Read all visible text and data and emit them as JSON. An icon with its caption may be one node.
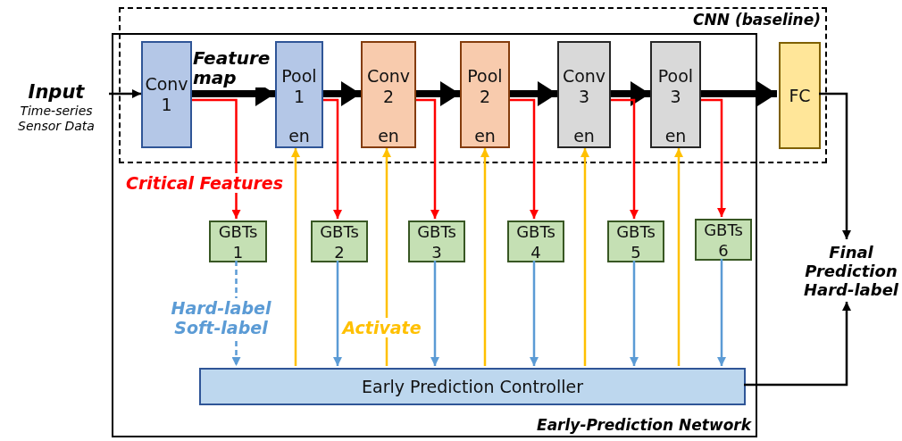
{
  "diagram": {
    "nodes": [
      {
        "text": [
          "CNN (baseline)"
        ]
      },
      {
        "text": [
          "Early-Prediction Network"
        ]
      },
      {
        "text": [
          "Input",
          "Time-series Sensor Data"
        ]
      },
      {
        "text": [
          "Conv 1"
        ]
      },
      {
        "text": [
          "Pool 1",
          "en"
        ]
      },
      {
        "text": [
          "Conv 2",
          "en"
        ]
      },
      {
        "text": [
          "Pool 2",
          "en"
        ]
      },
      {
        "text": [
          "Conv 3",
          "en"
        ]
      },
      {
        "text": [
          "Pool 3",
          "en"
        ]
      },
      {
        "text": [
          "FC"
        ],
        "in": 0
      },
      {
        "text": [
          "GBTs 1"
        ],
        "in": 1
      },
      {
        "text": [
          "GBTs 2"
        ],
        "in": 1
      },
      {
        "text": [
          "GBTs 3"
        ],
        "in": 1
      },
      {
        "text": [
          "GBTs 4"
        ],
        "in": 1
      },
      {
        "text": [
          "GBTs 5"
        ],
        "in": 1
      },
      {
        "text": [
          "GBTs 6"
        ],
        "in": 1
      },
      {
        "text": [
          "Early Prediction Controller"
        ],
        "in": 1
      },
      {
        "text": [
          "Final Prediction Hard-label"
        ]
      }
    ],
    "edges": [
      {
        "from": 2,
        "to": 3,
        "arrow": "to"
      },
      {
        "from": 3,
        "to": 4,
        "arrow": "to",
        "style": "thick",
        "label": "Feature map"
      },
      {
        "from": 4,
        "to": 5,
        "arrow": "to",
        "style": "thick"
      },
      {
        "from": 5,
        "to": 6,
        "arrow": "to",
        "style": "thick"
      },
      {
        "from": 6,
        "to": 7,
        "arrow": "to",
        "style": "thick"
      },
      {
        "from": 7,
        "to": 8,
        "arrow": "to",
        "style": "thick"
      },
      {
        "from": 8,
        "to": 9,
        "arrow": "to",
        "style": "thick"
      },
      {
        "from": 9,
        "to": 17,
        "arrow": "to"
      },
      {
        "from": 3,
        "to": 10,
        "arrow": "to",
        "color": "#ff0000",
        "label": "Critical Features"
      },
      {
        "from": 4,
        "to": 11,
        "arrow": "to",
        "color": "#ff0000"
      },
      {
        "from": 5,
        "to": 12,
        "arrow": "to",
        "color": "#ff0000"
      },
      {
        "from": 6,
        "to": 13,
        "arrow": "to",
        "color": "#ff0000"
      },
      {
        "from": 7,
        "to": 14,
        "arrow": "to",
        "color": "#ff0000"
      },
      {
        "from": 8,
        "to": 15,
        "arrow": "to",
        "color": "#ff0000"
      },
      {
        "from": 10,
        "to": 16,
        "arrow": "to",
        "style": "dashed",
        "color": "#5b9bd5",
        "label": "Hard-label Soft-label"
      },
      {
        "from": 11,
        "to": 16,
        "arrow": "to",
        "color": "#5b9bd5"
      },
      {
        "from": 12,
        "to": 16,
        "arrow": "to",
        "color": "#5b9bd5"
      },
      {
        "from": 13,
        "to": 16,
        "arrow": "to",
        "color": "#5b9bd5"
      },
      {
        "from": 14,
        "to": 16,
        "arrow": "to",
        "color": "#5b9bd5"
      },
      {
        "from": 15,
        "to": 16,
        "arrow": "to",
        "color": "#5b9bd5"
      },
      {
        "from": 16,
        "to": 4,
        "arrow": "to",
        "color": "#ffc000"
      },
      {
        "from": 16,
        "to": 5,
        "arrow": "to",
        "color": "#ffc000",
        "label": "Activate"
      },
      {
        "from": 16,
        "to": 6,
        "arrow": "to",
        "color": "#ffc000"
      },
      {
        "from": 16,
        "to": 7,
        "arrow": "to",
        "color": "#ffc000"
      },
      {
        "from": 16,
        "to": 8,
        "arrow": "to",
        "color": "#ffc000"
      },
      {
        "from": 16,
        "to": 17,
        "arrow": "to"
      }
    ]
  }
}
